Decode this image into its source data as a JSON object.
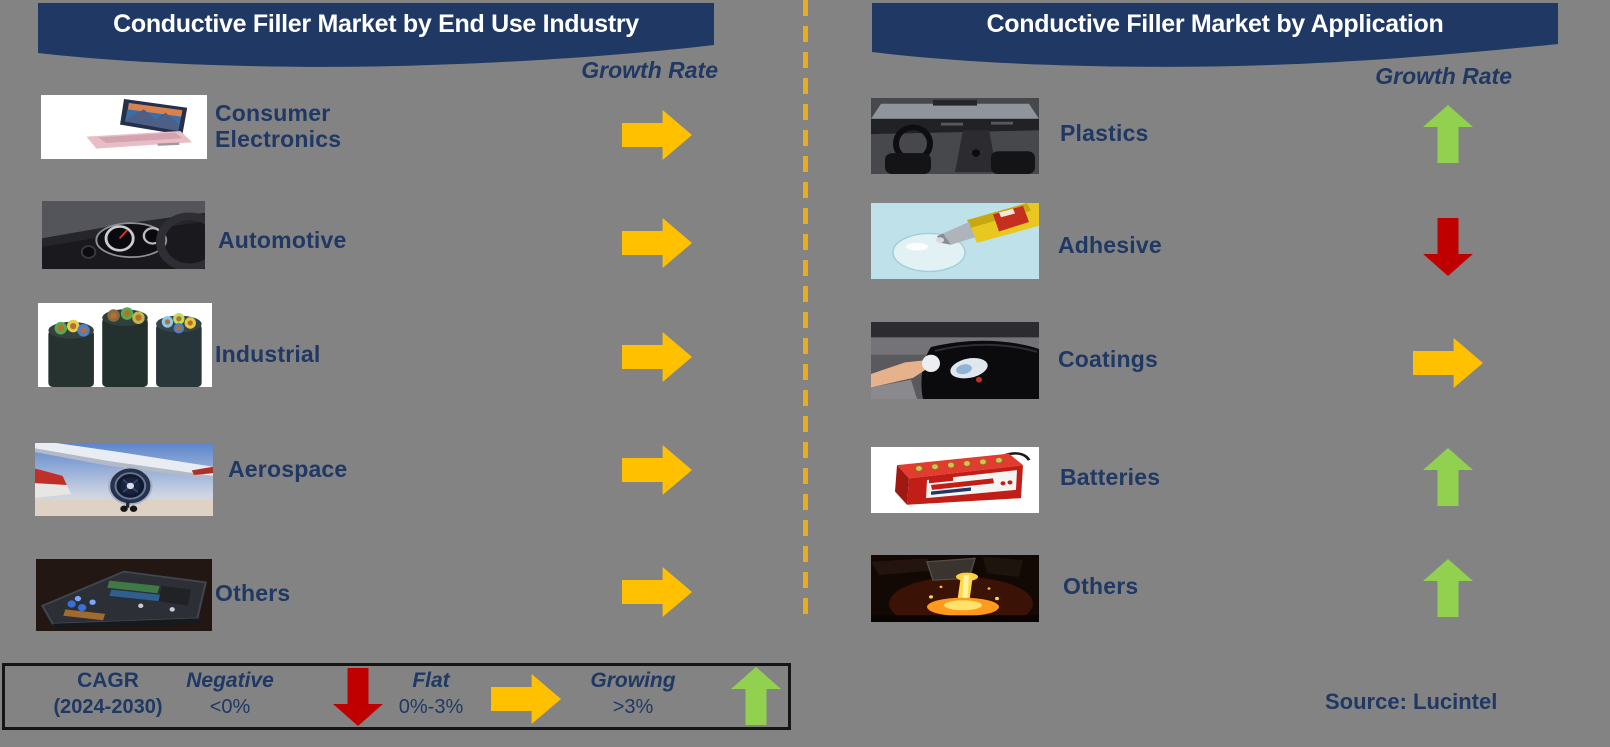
{
  "page": {
    "background_color": "#838383",
    "source_label": "Source: Lucintel"
  },
  "colors": {
    "banner_navy": "#1F3864",
    "text_navy": "#1F3864",
    "flat_gold": "#FFC000",
    "growing_green": "#92D050",
    "negative_red": "#C00000",
    "divider_gold": "#E9AC1E"
  },
  "panels": [
    {
      "title": "Conductive Filler Market by End Use Industry",
      "growth_rate_label": "Growth Rate",
      "items": [
        {
          "label": "Consumer Electronics",
          "image": "consumer-electronics",
          "trend": "flat"
        },
        {
          "label": "Automotive",
          "image": "automotive",
          "trend": "flat"
        },
        {
          "label": "Industrial",
          "image": "industrial-cables",
          "trend": "flat"
        },
        {
          "label": "Aerospace",
          "image": "aerospace-engine",
          "trend": "flat"
        },
        {
          "label": "Others",
          "image": "laptop-internals",
          "trend": "flat"
        }
      ]
    },
    {
      "title": "Conductive Filler Market by Application",
      "growth_rate_label": "Growth Rate",
      "items": [
        {
          "label": "Plastics",
          "image": "car-interior",
          "trend": "growing"
        },
        {
          "label": "Adhesive",
          "image": "glue-tube",
          "trend": "negative"
        },
        {
          "label": "Coatings",
          "image": "car-coating",
          "trend": "flat"
        },
        {
          "label": "Batteries",
          "image": "battery",
          "trend": "growing"
        },
        {
          "label": "Others",
          "image": "molten-metal",
          "trend": "growing"
        }
      ]
    }
  ],
  "legend": {
    "title_line1": "CAGR",
    "title_line2": "(2024-2030)",
    "entries": [
      {
        "label": "Negative",
        "range": "<0%",
        "trend": "negative"
      },
      {
        "label": "Flat",
        "range": "0%-3%",
        "trend": "flat"
      },
      {
        "label": "Growing",
        "range": ">3%",
        "trend": "growing"
      }
    ]
  },
  "chart_data": [
    {
      "type": "table",
      "title": "Conductive Filler Market by End Use Industry",
      "columns": [
        "End Use Industry",
        "Growth Rate (CAGR 2024-2030)"
      ],
      "rows": [
        [
          "Consumer Electronics",
          "Flat (0%-3%)"
        ],
        [
          "Automotive",
          "Flat (0%-3%)"
        ],
        [
          "Industrial",
          "Flat (0%-3%)"
        ],
        [
          "Aerospace",
          "Flat (0%-3%)"
        ],
        [
          "Others",
          "Flat (0%-3%)"
        ]
      ]
    },
    {
      "type": "table",
      "title": "Conductive Filler Market by Application",
      "columns": [
        "Application",
        "Growth Rate (CAGR 2024-2030)"
      ],
      "rows": [
        [
          "Plastics",
          "Growing (>3%)"
        ],
        [
          "Adhesive",
          "Negative (<0%)"
        ],
        [
          "Coatings",
          "Flat (0%-3%)"
        ],
        [
          "Batteries",
          "Growing (>3%)"
        ],
        [
          "Others",
          "Growing (>3%)"
        ]
      ]
    }
  ]
}
